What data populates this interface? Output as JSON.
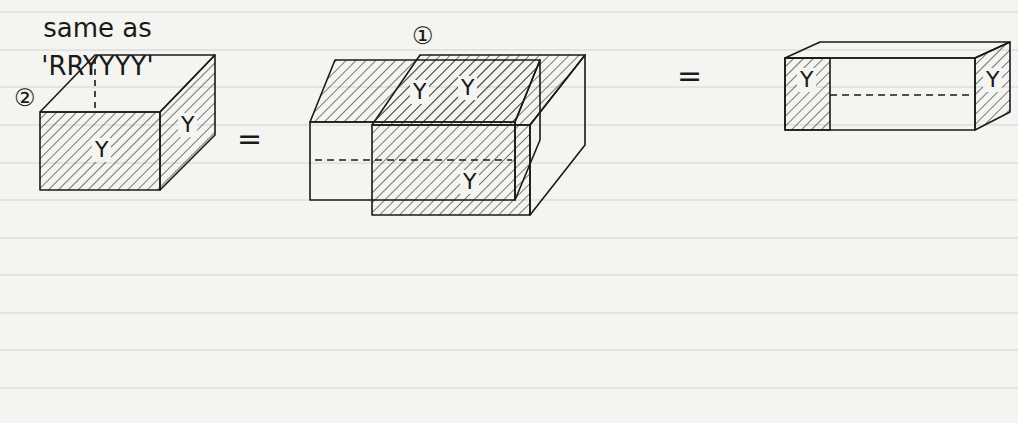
{
  "diagram": {
    "labels": [
      "same as 'RRYYYY'",
      "①",
      "=",
      "Y",
      "Y",
      "Y",
      "Y",
      "②",
      "Y",
      "Y",
      "=",
      "Y"
    ]
  }
}
